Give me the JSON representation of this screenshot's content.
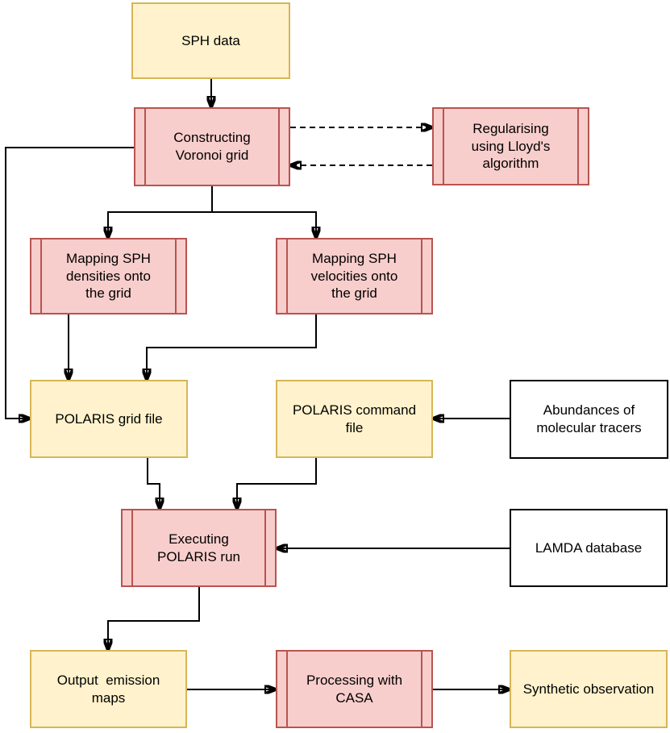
{
  "colors": {
    "background": "#FFFFFF",
    "text": "#000000",
    "edge": "#000000",
    "io_fill": "#FFF2CC",
    "io_stroke": "#D6B656",
    "process_fill": "#F8CECC",
    "process_stroke": "#B85450",
    "external_fill": "#FFFFFF",
    "external_stroke": "#000000"
  },
  "nodes": {
    "sph_data": {
      "label": "SPH data",
      "kind": "data"
    },
    "constructing_voronoi_grid": {
      "label": "Constructing\nVoronoi grid",
      "kind": "process"
    },
    "regularising_lloyd": {
      "label": "Regularising\nusing Lloyd's\nalgorithm",
      "kind": "process"
    },
    "mapping_sph_densities": {
      "label": "Mapping SPH\ndensities onto\nthe grid",
      "kind": "process"
    },
    "mapping_sph_velocities": {
      "label": "Mapping SPH\nvelocities onto\nthe grid",
      "kind": "process"
    },
    "polaris_grid_file": {
      "label": "POLARIS grid file",
      "kind": "data"
    },
    "polaris_command_file": {
      "label": "POLARIS command\nfile",
      "kind": "data"
    },
    "abundances": {
      "label": "Abundances of\nmolecular tracers",
      "kind": "external"
    },
    "executing_polaris_run": {
      "label": "Executing\nPOLARIS run",
      "kind": "process"
    },
    "lamda_database": {
      "label": "LAMDA database",
      "kind": "external"
    },
    "output_emission_maps": {
      "label": "Output  emission\nmaps",
      "kind": "data"
    },
    "processing_with_casa": {
      "label": "Processing with\nCASA",
      "kind": "process"
    },
    "synthetic_observation": {
      "label": "Synthetic observation",
      "kind": "data"
    }
  },
  "edges": [
    {
      "from": "sph_data",
      "to": "constructing_voronoi_grid",
      "style": "solid"
    },
    {
      "from": "constructing_voronoi_grid",
      "to": "regularising_lloyd",
      "style": "dashed"
    },
    {
      "from": "regularising_lloyd",
      "to": "constructing_voronoi_grid",
      "style": "dashed"
    },
    {
      "from": "constructing_voronoi_grid",
      "to": "mapping_sph_densities",
      "style": "solid"
    },
    {
      "from": "constructing_voronoi_grid",
      "to": "mapping_sph_velocities",
      "style": "solid"
    },
    {
      "from": "constructing_voronoi_grid",
      "to": "polaris_grid_file",
      "style": "solid"
    },
    {
      "from": "mapping_sph_densities",
      "to": "polaris_grid_file",
      "style": "solid"
    },
    {
      "from": "mapping_sph_velocities",
      "to": "polaris_grid_file",
      "style": "solid"
    },
    {
      "from": "abundances",
      "to": "polaris_command_file",
      "style": "solid"
    },
    {
      "from": "polaris_grid_file",
      "to": "executing_polaris_run",
      "style": "solid"
    },
    {
      "from": "polaris_command_file",
      "to": "executing_polaris_run",
      "style": "solid"
    },
    {
      "from": "lamda_database",
      "to": "executing_polaris_run",
      "style": "solid"
    },
    {
      "from": "executing_polaris_run",
      "to": "output_emission_maps",
      "style": "solid"
    },
    {
      "from": "output_emission_maps",
      "to": "processing_with_casa",
      "style": "solid"
    },
    {
      "from": "processing_with_casa",
      "to": "synthetic_observation",
      "style": "solid"
    }
  ]
}
